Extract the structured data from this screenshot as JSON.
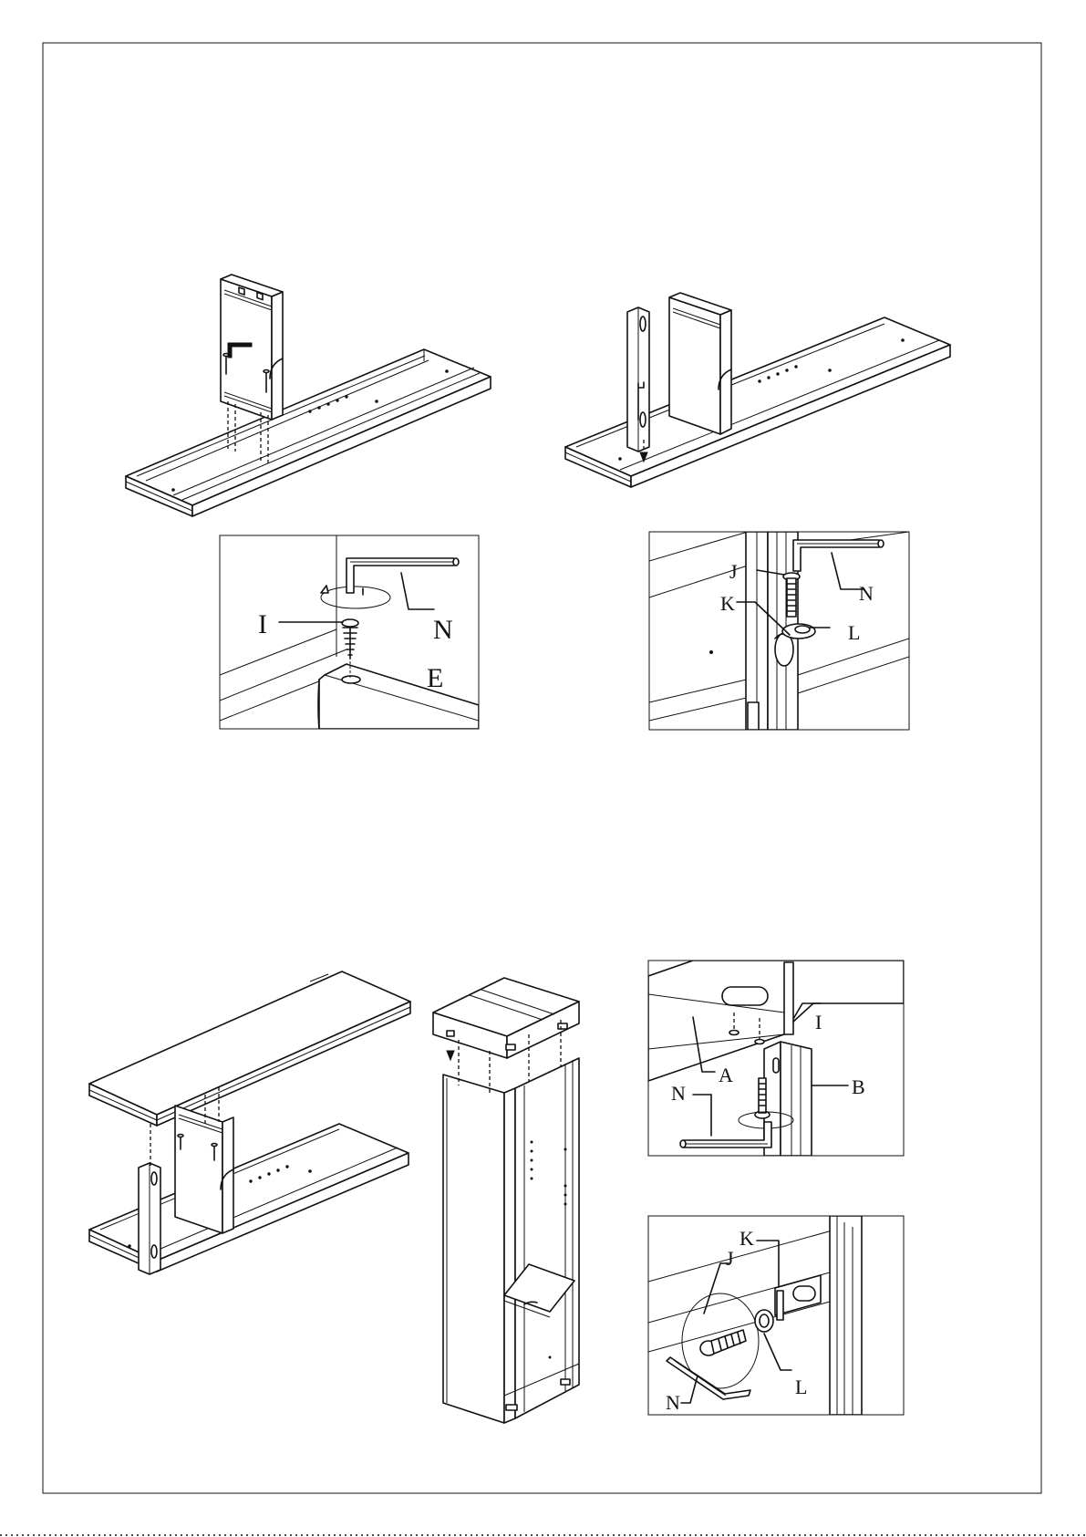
{
  "labels": {
    "panel1": {
      "i": "I",
      "n": "N",
      "e": "E"
    },
    "panel2": {
      "j": "J",
      "k": "K",
      "l": "L",
      "n": "N"
    },
    "panel3": {
      "i": "I",
      "a": "A",
      "b": "B",
      "n": "N"
    },
    "panel4": {
      "k": "K",
      "j": "J",
      "l": "L",
      "n": "N"
    }
  },
  "colors": {
    "ink": "#111111",
    "paper": "#ffffff"
  }
}
